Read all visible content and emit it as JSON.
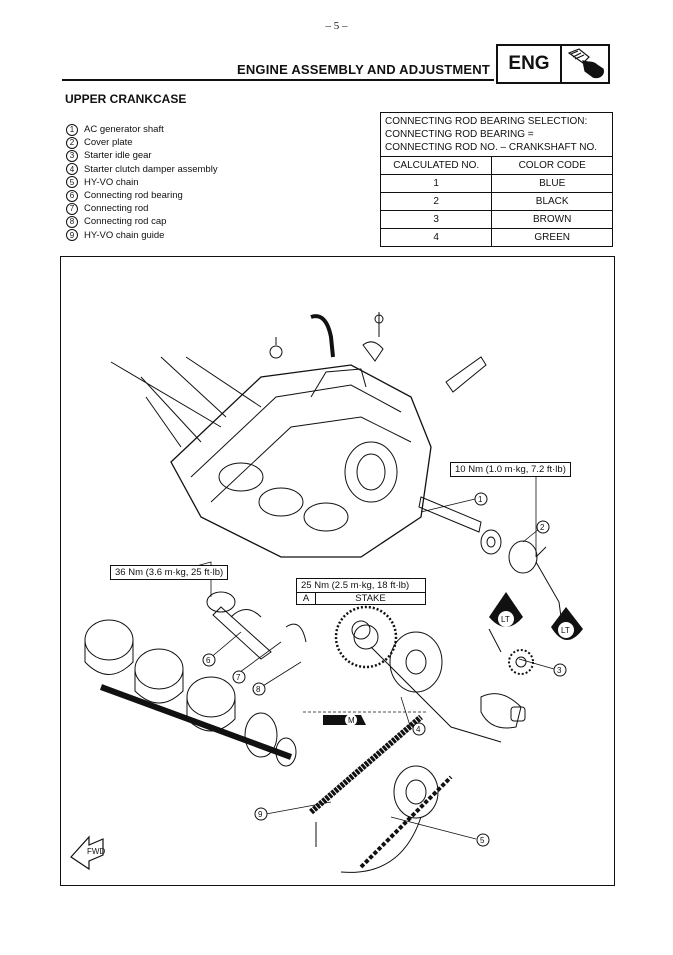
{
  "page": {
    "number": "– 5 –"
  },
  "header": {
    "title": "ENGINE ASSEMBLY AND ADJUSTMENT",
    "badge": "ENG",
    "badge_icon": "engine-icon"
  },
  "section": {
    "title": "UPPER CRANKCASE"
  },
  "parts": [
    {
      "num": "1",
      "label": "AC generator shaft"
    },
    {
      "num": "2",
      "label": "Cover plate"
    },
    {
      "num": "3",
      "label": "Starter idle gear"
    },
    {
      "num": "4",
      "label": "Starter clutch damper assembly"
    },
    {
      "num": "5",
      "label": "HY-VO chain"
    },
    {
      "num": "6",
      "label": "Connecting rod bearing"
    },
    {
      "num": "7",
      "label": "Connecting rod"
    },
    {
      "num": "8",
      "label": "Connecting rod cap"
    },
    {
      "num": "9",
      "label": "HY-VO chain guide"
    }
  ],
  "bearing_selection": {
    "heading_lines": [
      "CONNECTING ROD BEARING SELECTION:",
      "CONNECTING ROD BEARING =",
      "CONNECTING ROD NO. – CRANKSHAFT NO."
    ],
    "columns": [
      "CALCULATED NO.",
      "COLOR CODE"
    ],
    "rows": [
      {
        "no": "1",
        "color": "BLUE"
      },
      {
        "no": "2",
        "color": "BLACK"
      },
      {
        "no": "3",
        "color": "BROWN"
      },
      {
        "no": "4",
        "color": "GREEN"
      }
    ]
  },
  "diagram": {
    "torque_10": "10 Nm (1.0 m·kg, 7.2 ft·lb)",
    "torque_36": "36 Nm (3.6 m·kg, 25 ft·lb)",
    "torque_25": "25 Nm (2.5 m·kg, 18 ft·lb)",
    "stake_key": "A",
    "stake_label": "STAKE",
    "lt_label": "LT",
    "moly_label": "M",
    "fwd_label": "FWD",
    "callouts": [
      "1",
      "2",
      "3",
      "4",
      "5",
      "6",
      "7",
      "8",
      "9"
    ]
  }
}
